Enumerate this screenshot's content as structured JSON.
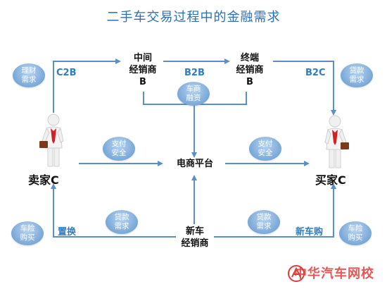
{
  "title": "二手车交易过程中的金融需求",
  "nodes": {
    "mid_dealer": "中间\n经销商\nB",
    "end_dealer": "终端\n经销商\nB",
    "seller": "卖家C",
    "platform": "电商平台",
    "buyer": "买家C",
    "new_dealer": "新车\n经销商"
  },
  "labels": {
    "c2b": "C2B",
    "b2b": "B2B",
    "b2c": "B2C",
    "trade_in": "置换",
    "new_car_purchase": "新车购"
  },
  "bubbles": {
    "finance_left": "理财\n需求",
    "loan_right_top": "贷款\n需求",
    "dealer_finance": "车商\n融资",
    "pay_left": "支付\n安全",
    "pay_right": "支付\n安全",
    "loan_bottom_left": "贷款\n需求",
    "loan_bottom_right": "贷款\n需求",
    "insurance_left": "车险\n购买",
    "insurance_right": "车险\n购买"
  },
  "watermark": "中华汽车网校",
  "colors": {
    "title": "#2f6fb0",
    "arrow": "#5b8fc9",
    "tag": "#2f7cc4",
    "bubble": "#7aa8d8",
    "watermark": "#e23a3a"
  }
}
